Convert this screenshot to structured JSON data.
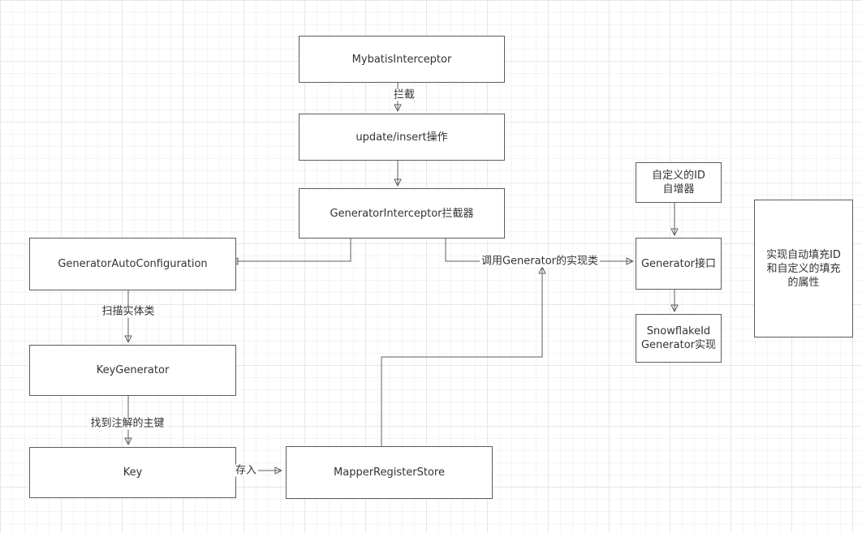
{
  "colors": {
    "node_border": "#5c5c5c",
    "node_fill": "#ffffff",
    "connector": "#5c5c5c",
    "text": "#333333",
    "grid_line": "#e7e7e7"
  },
  "diagram": {
    "nodes": {
      "mybatis_interceptor": {
        "label": "MybatisInterceptor"
      },
      "update_insert_operation": {
        "label": "update/insert操作"
      },
      "generator_interceptor": {
        "label": "GeneratorInterceptor拦截器"
      },
      "generator_auto_configuration": {
        "label": "GeneratorAutoConfiguration"
      },
      "key_generator": {
        "label": "KeyGenerator"
      },
      "key": {
        "label": "Key"
      },
      "mapper_register_store": {
        "label": "MapperRegisterStore"
      },
      "custom_id_incrementer": {
        "label": "自定义的ID\n自增器"
      },
      "generator_interface": {
        "label": "Generator接口"
      },
      "snowflake_id_generator": {
        "label": "SnowflakeId\nGenerator实现"
      },
      "note": {
        "label": "实现自动填充ID和自定义的填充的属性"
      }
    },
    "edge_labels": {
      "intercept": "拦截",
      "call_generator_impl": "调用Generator的实现类",
      "scan_entity_class": "扫描实体类",
      "find_annotated_primary_key": "找到注解的主键",
      "store_in": "存入"
    }
  }
}
